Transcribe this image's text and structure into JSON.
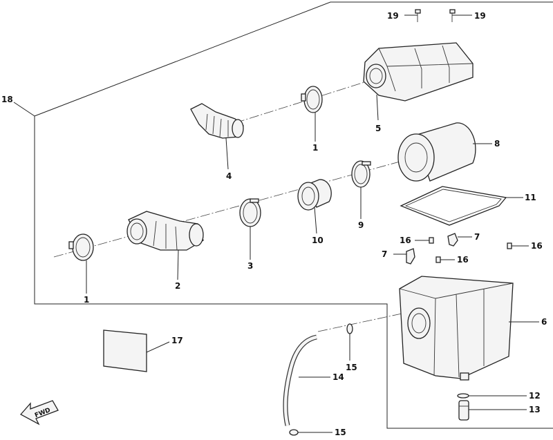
{
  "callouts": {
    "c18": "18",
    "c19a": "19",
    "c19b": "19",
    "c5": "5",
    "c1_top": "1",
    "c4": "4",
    "c8": "8",
    "c11": "11",
    "c9": "9",
    "c10": "10",
    "c3": "3",
    "c2": "2",
    "c1_bottom": "1",
    "c16a": "16",
    "c7a": "7",
    "c7b": "7",
    "c16b": "16",
    "c16c": "16",
    "c6": "6",
    "c17": "17",
    "c15a": "15",
    "c14": "14",
    "c12": "12",
    "c13": "13",
    "c15b": "15"
  },
  "fwd_label": "FWD"
}
